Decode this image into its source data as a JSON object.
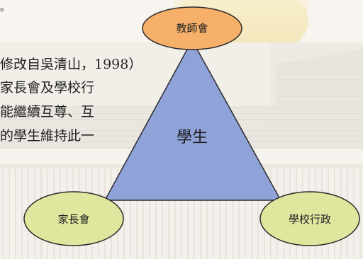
{
  "slide": {
    "text_lines": [
      "。",
      "修改自吳清山，1998）",
      "家長會及學校行",
      "能繼續互尊、互",
      "的學生維持此一"
    ]
  },
  "diagram": {
    "center": "學生",
    "top": "教師會",
    "bottom_left": "家長會",
    "bottom_right": "學校行政",
    "colors": {
      "triangle": "#8fa3d9",
      "top_node": "#f6b06a",
      "bottom_nodes": "#dfe79f"
    }
  }
}
